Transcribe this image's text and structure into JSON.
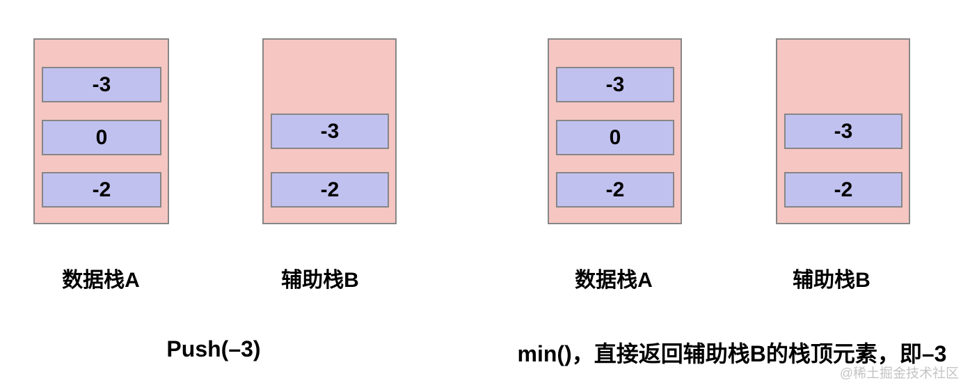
{
  "colors": {
    "stack_fill": "#f5c6c2",
    "cell_fill": "#c1c1f0",
    "border_color": "#868686",
    "text_color": "#000000",
    "watermark_color": "#c4c4c4"
  },
  "panels": [
    {
      "caption": "Push(–3)",
      "stacks": [
        {
          "label": "数据栈A",
          "cells": [
            "-3",
            "0",
            "-2"
          ]
        },
        {
          "label": "辅助栈B",
          "cells": [
            "-3",
            "-2"
          ]
        }
      ]
    },
    {
      "caption": "min()，直接返回辅助栈B的栈顶元素，即–3",
      "stacks": [
        {
          "label": "数据栈A",
          "cells": [
            "-3",
            "0",
            "-2"
          ]
        },
        {
          "label": "辅助栈B",
          "cells": [
            "-3",
            "-2"
          ]
        }
      ]
    }
  ],
  "watermark": "@稀土掘金技术社区"
}
